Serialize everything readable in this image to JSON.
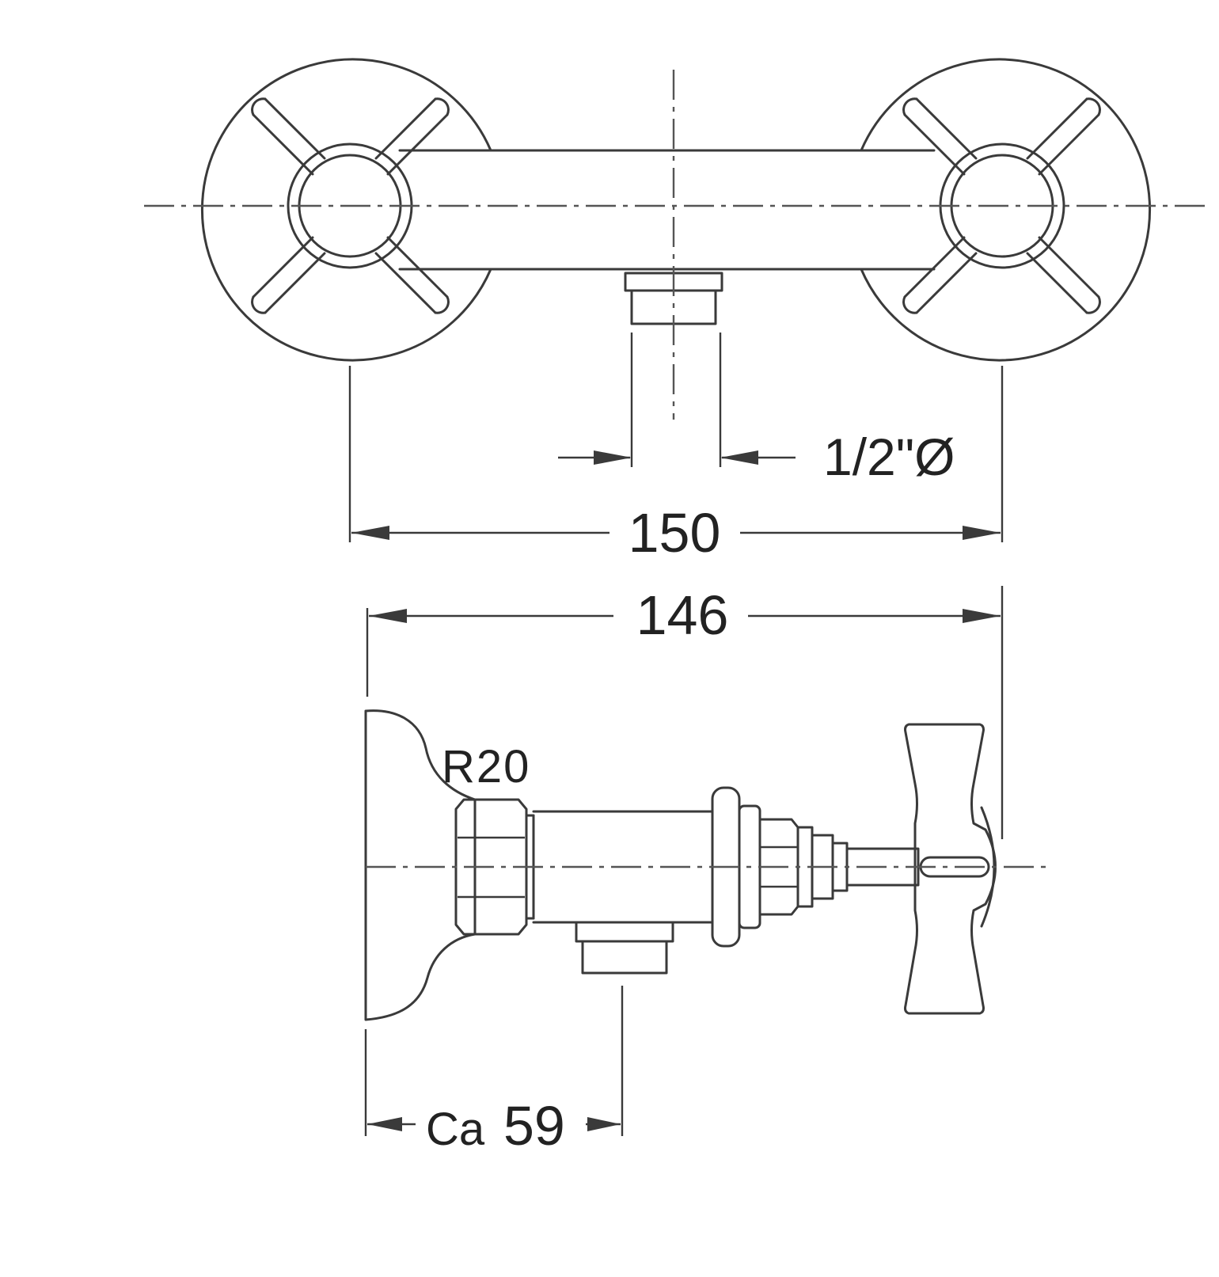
{
  "dimensions": {
    "outlet_thread": "1/2\"Ø",
    "center_distance": "150",
    "depth": "146",
    "radius": "R20",
    "projection_prefix": "Ca",
    "projection_value": "59"
  },
  "colors": {
    "line": "#3a3a3a",
    "text": "#222222",
    "background": "#ffffff"
  }
}
